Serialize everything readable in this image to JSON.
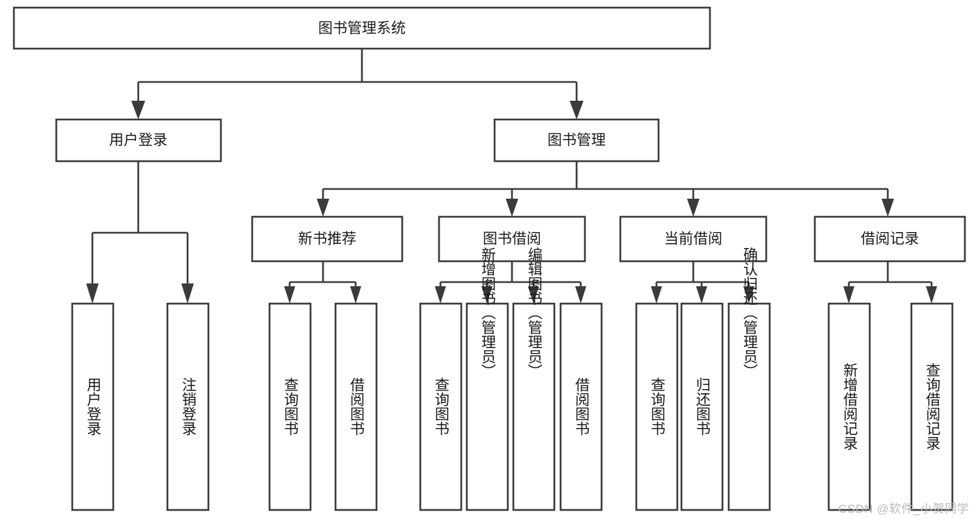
{
  "diagram": {
    "type": "hierarchy-tree",
    "title": "图书管理系统",
    "watermark": "CSDN @软件_小贺同学",
    "colors": {
      "stroke": "#3b3b3b",
      "fill": "#ffffff",
      "text": "#1a1a1a",
      "watermark": "#b9b9b9"
    },
    "nodes": {
      "root": {
        "label": "图书管理系统",
        "orientation": "horizontal"
      },
      "level2": [
        {
          "label": "用户登录",
          "orientation": "horizontal"
        },
        {
          "label": "图书管理",
          "orientation": "horizontal"
        }
      ],
      "level3": [
        {
          "label": "新书推荐",
          "orientation": "horizontal"
        },
        {
          "label": "图书借阅",
          "orientation": "horizontal"
        },
        {
          "label": "当前借阅",
          "orientation": "horizontal"
        },
        {
          "label": "借阅记录",
          "orientation": "horizontal"
        }
      ],
      "leaves": [
        {
          "label": "用户登录",
          "orientation": "vertical",
          "parent": "用户登录"
        },
        {
          "label": "注销登录",
          "orientation": "vertical",
          "parent": "用户登录"
        },
        {
          "label": "查询图书",
          "orientation": "vertical",
          "parent": "新书推荐"
        },
        {
          "label": "借阅图书",
          "orientation": "vertical",
          "parent": "新书推荐"
        },
        {
          "label": "查询图书",
          "orientation": "vertical",
          "parent": "图书借阅"
        },
        {
          "label": "新增图书（管理员）",
          "orientation": "vertical",
          "parent": "图书借阅"
        },
        {
          "label": "编辑图书（管理员）",
          "orientation": "vertical",
          "parent": "图书借阅"
        },
        {
          "label": "借阅图书",
          "orientation": "vertical",
          "parent": "图书借阅"
        },
        {
          "label": "查询图书",
          "orientation": "vertical",
          "parent": "当前借阅"
        },
        {
          "label": "归还图书",
          "orientation": "vertical",
          "parent": "当前借阅"
        },
        {
          "label": "确认归还（管理员）",
          "orientation": "vertical",
          "parent": "当前借阅"
        },
        {
          "label": "新增借阅记录",
          "orientation": "vertical",
          "parent": "借阅记录"
        },
        {
          "label": "查询借阅记录",
          "orientation": "vertical",
          "parent": "借阅记录"
        }
      ]
    }
  }
}
